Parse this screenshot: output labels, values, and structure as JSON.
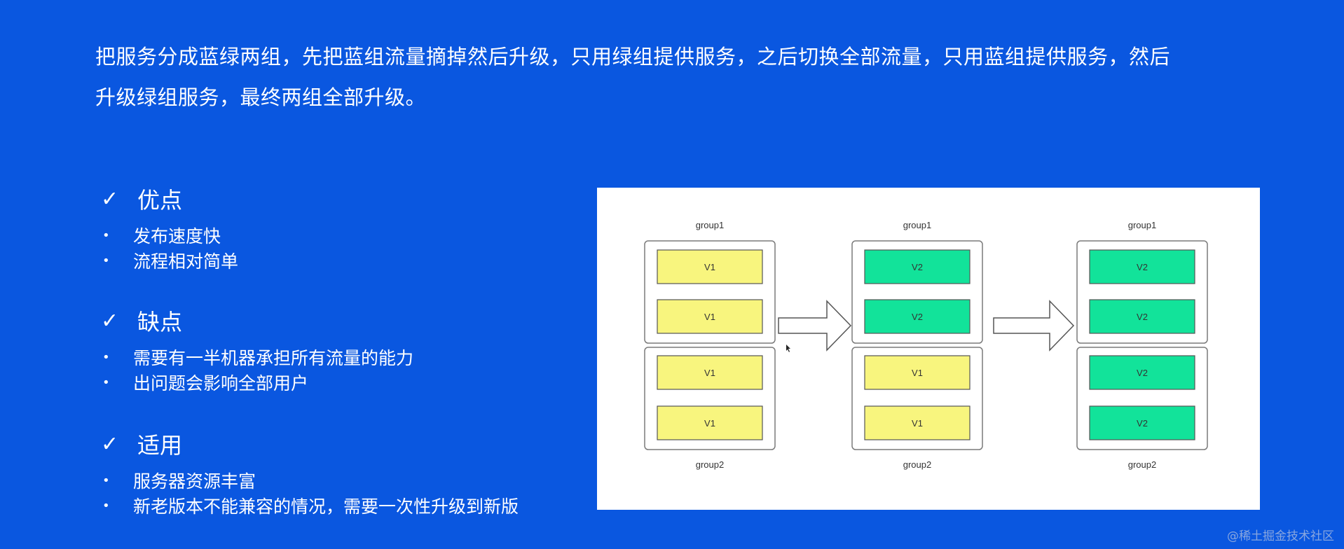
{
  "intro": "把服务分成蓝绿两组，先把蓝组流量摘掉然后升级，只用绿组提供服务，之后切换全部流量，只用蓝组提供服务，然后升级绿组服务，最终两组全部升级。",
  "sections": {
    "pros": {
      "title": "优点",
      "items": [
        "发布速度快",
        "流程相对简单"
      ]
    },
    "cons": {
      "title": "缺点",
      "items": [
        "需要有一半机器承担所有流量的能力",
        "出问题会影响全部用户"
      ]
    },
    "fit": {
      "title": "适用",
      "items": [
        "服务器资源丰富",
        "新老版本不能兼容的情况，需要一次性升级到新版"
      ]
    }
  },
  "check_glyph": "✓",
  "bullet_glyph": "•",
  "diagram": {
    "stages": [
      {
        "top_label": "group1",
        "bottom_label": "group2",
        "top_boxes": [
          "V1",
          "V1"
        ],
        "bottom_boxes": [
          "V1",
          "V1"
        ]
      },
      {
        "top_label": "group1",
        "bottom_label": "group2",
        "top_boxes": [
          "V2",
          "V2"
        ],
        "bottom_boxes": [
          "V1",
          "V1"
        ]
      },
      {
        "top_label": "group1",
        "bottom_label": "group2",
        "top_boxes": [
          "V2",
          "V2"
        ],
        "bottom_boxes": [
          "V2",
          "V2"
        ]
      }
    ],
    "colors": {
      "V1": "#f8f57e",
      "V2": "#12e39a"
    }
  },
  "watermark": "@稀土掘金技术社区"
}
